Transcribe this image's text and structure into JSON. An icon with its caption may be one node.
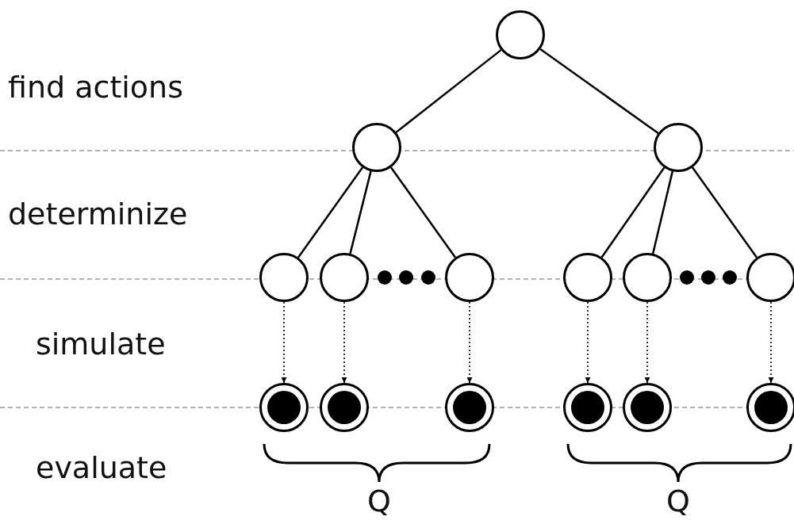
{
  "diagram": {
    "nodes": [
      {
        "text": [],
        "shape": "circle"
      },
      {
        "text": [],
        "shape": "circle"
      },
      {
        "text": [],
        "shape": "circle"
      },
      {
        "text": [],
        "shape": "circle"
      },
      {
        "text": [],
        "shape": "circle"
      },
      {
        "text": [],
        "shape": "circle"
      },
      {
        "text": [],
        "shape": "circle"
      },
      {
        "text": [],
        "shape": "circle"
      },
      {
        "text": [],
        "shape": "circle"
      },
      {
        "text": [],
        "shape": "dot"
      },
      {
        "text": [],
        "shape": "dot"
      },
      {
        "text": [],
        "shape": "dot"
      },
      {
        "text": [],
        "shape": "dot"
      },
      {
        "text": [],
        "shape": "dot"
      },
      {
        "text": [],
        "shape": "dot"
      }
    ],
    "edges": [
      {
        "from": 0,
        "to": 1,
        "arrow": "none"
      },
      {
        "from": 0,
        "to": 2,
        "arrow": "none"
      },
      {
        "from": 1,
        "to": 3,
        "arrow": "none"
      },
      {
        "from": 1,
        "to": 4,
        "arrow": "none"
      },
      {
        "from": 1,
        "to": 5,
        "arrow": "none"
      },
      {
        "from": 2,
        "to": 6,
        "arrow": "none"
      },
      {
        "from": 2,
        "to": 7,
        "arrow": "none"
      },
      {
        "from": 2,
        "to": 8,
        "arrow": "none"
      },
      {
        "from": 3,
        "to": 9,
        "arrow": "to",
        "style": "dashed"
      },
      {
        "from": 4,
        "to": 10,
        "arrow": "to",
        "style": "dashed"
      },
      {
        "from": 5,
        "to": 11,
        "arrow": "to",
        "style": "dashed"
      },
      {
        "from": 6,
        "to": 12,
        "arrow": "to",
        "style": "dashed"
      },
      {
        "from": 7,
        "to": 13,
        "arrow": "to",
        "style": "dashed"
      },
      {
        "from": 8,
        "to": 14,
        "arrow": "to",
        "style": "dashed"
      }
    ],
    "labels": [
      "find actions",
      "determinize",
      "simulate",
      "evaluate",
      "Q",
      "Q"
    ]
  }
}
